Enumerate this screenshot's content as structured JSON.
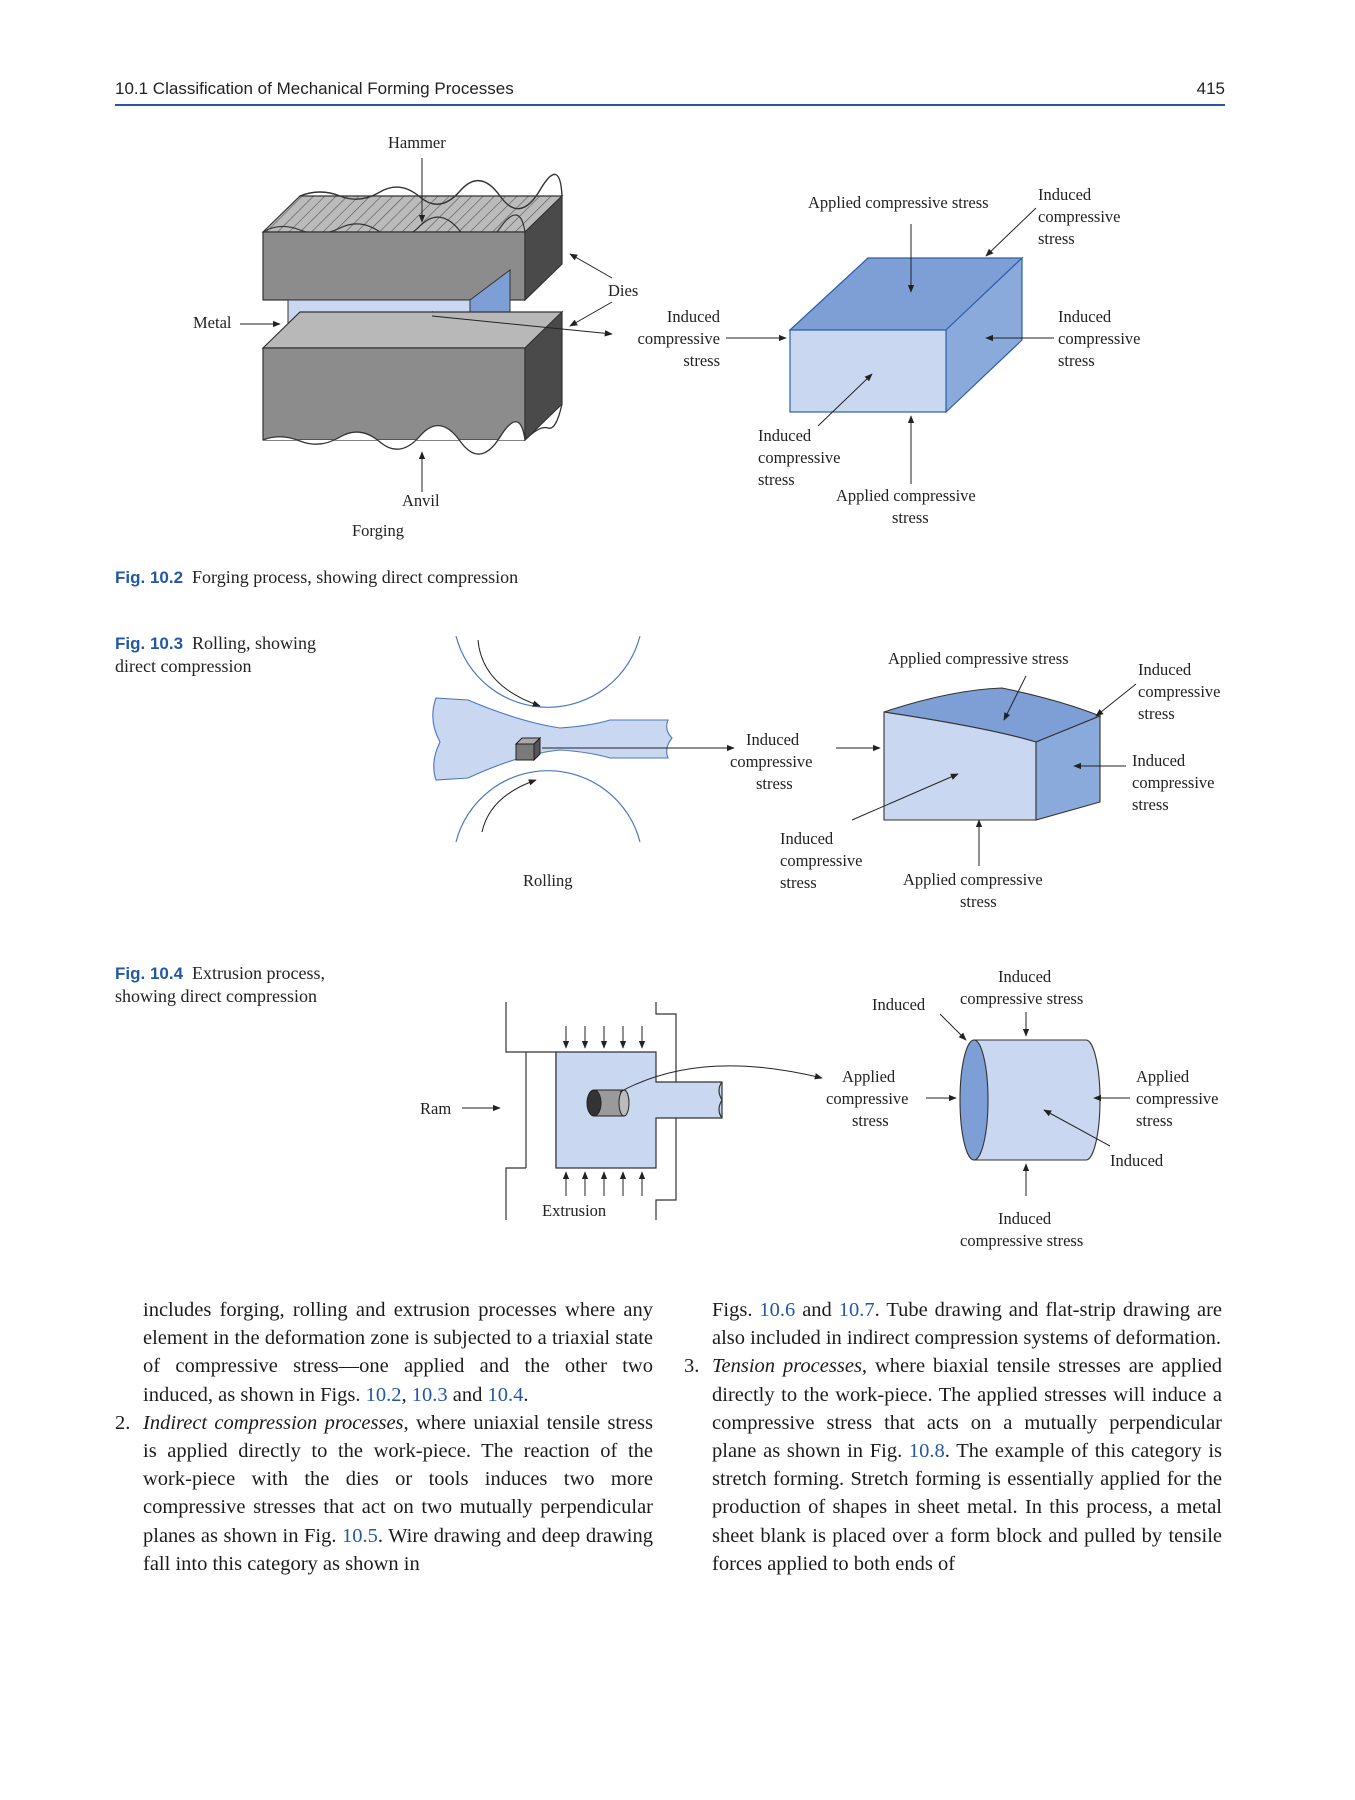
{
  "header": {
    "section": "10.1   Classification of Mechanical Forming Processes",
    "page_number": "415"
  },
  "fig2": {
    "labels": {
      "hammer": "Hammer",
      "metal": "Metal",
      "dies": "Dies",
      "anvil": "Anvil",
      "forging": "Forging",
      "applied_top": "Applied compressive stress",
      "induced_tr_1": "Induced",
      "induced_tr_2": "compressive",
      "induced_tr_3": "stress",
      "induced_left_1": "Induced",
      "induced_left_2": "compressive",
      "induced_left_3": "stress",
      "induced_right_1": "Induced",
      "induced_right_2": "compressive",
      "induced_right_3": "stress",
      "induced_bottom_1": "Induced",
      "induced_bottom_2": "compressive",
      "induced_bottom_3": "stress",
      "applied_bottom_1": "Applied compressive",
      "applied_bottom_2": "stress"
    },
    "caption_num": "Fig. 10.2",
    "caption_text": "Forging process, showing direct compression"
  },
  "fig3": {
    "labels": {
      "rolling": "Rolling",
      "applied_top": "Applied compressive stress",
      "induced_left_1": "Induced",
      "induced_left_2": "compressive",
      "induced_left_3": "stress",
      "induced_tr_1": "Induced",
      "induced_tr_2": "compressive",
      "induced_tr_3": "stress",
      "induced_right_1": "Induced",
      "induced_right_2": "compressive",
      "induced_right_3": "stress",
      "induced_bottom_1": "Induced",
      "induced_bottom_2": "compressive",
      "induced_bottom_3": "stress",
      "applied_bottom_1": "Applied compressive",
      "applied_bottom_2": "stress"
    },
    "caption_num": "Fig. 10.3",
    "caption_line1": "Rolling, showing",
    "caption_line2": "direct compression"
  },
  "fig4": {
    "labels": {
      "ram": "Ram",
      "extrusion": "Extrusion",
      "induced_tl": "Induced",
      "induced_top_1": "Induced",
      "induced_top_2": "compressive stress",
      "applied_left_1": "Applied",
      "applied_left_2": "compressive",
      "applied_left_3": "stress",
      "applied_right_1": "Applied",
      "applied_right_2": "compressive",
      "applied_right_3": "stress",
      "induced_br": "Induced",
      "induced_bottom_1": "Induced",
      "induced_bottom_2": "compressive stress"
    },
    "caption_num": "Fig. 10.4",
    "caption_line1": "Extrusion process,",
    "caption_line2": "showing direct compression"
  },
  "body": {
    "left": {
      "p1_a": "includes forging, rolling and extrusion processes where any element in the deformation zone is subjected to a triaxial state of compressive stress—one applied and the other two induced, as shown in Figs. ",
      "p1_ref1": "10.2",
      "p1_sep1": ", ",
      "p1_ref2": "10.3",
      "p1_sep2": " and ",
      "p1_ref3": "10.4",
      "p1_end": ".",
      "item2_num": "2.",
      "item2_title": "Indirect compression processes",
      "item2_a": ", where uniaxial tensile stress is applied directly to the work-piece. The reaction of the work-piece with the dies or tools induces two more compressive stresses that act on two mutually perpendicular planes as shown in Fig. ",
      "item2_ref": "10.5",
      "item2_b": ". Wire drawing and deep drawing fall into this category as shown in"
    },
    "right": {
      "p1_a": "Figs. ",
      "p1_ref1": "10.6",
      "p1_sep": " and ",
      "p1_ref2": "10.7",
      "p1_b": ". Tube drawing and flat-strip drawing are also included in indirect compression systems of deformation.",
      "item3_num": "3.",
      "item3_title": "Tension processes",
      "item3_a": ", where biaxial tensile stresses are applied directly to the work-piece. The applied stresses will induce a compressive stress that acts on a mutually perpendicular plane as shown in Fig. ",
      "item3_ref": "10.8",
      "item3_b": ". The example of this category is stretch forming. Stretch forming is essentially applied for the production of shapes in sheet metal. In this process, a metal sheet blank is placed over a form block and pulled by tensile forces applied to both ends of"
    }
  },
  "colors": {
    "accent": "#2457a6",
    "light_blue": "#c9d7f0",
    "mid_blue": "#8aaadb",
    "dark_gray": "#4a4a4a",
    "mid_gray": "#9a9a9a"
  }
}
